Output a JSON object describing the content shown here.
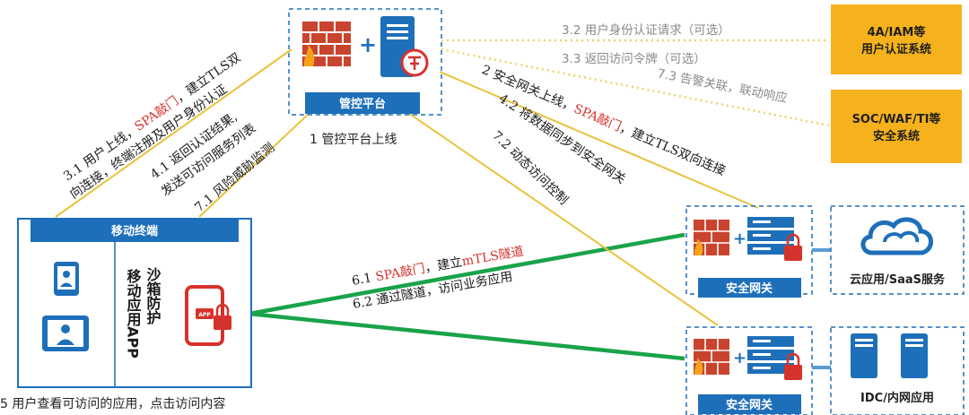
{
  "control": {
    "label": "管控平台",
    "caption": "1 管控平台上线"
  },
  "terminal": {
    "title": "移动终端",
    "sandbox_line1": "沙箱防护",
    "sandbox_line2": "移动应用APP",
    "app_badge": "APP"
  },
  "gateway1": {
    "label": "安全网关"
  },
  "gateway2": {
    "label": "安全网关"
  },
  "external1": {
    "line1": "4A/IAM等",
    "line2": "用户认证系统"
  },
  "external2": {
    "line1": "SOC/WAF/TI等",
    "line2": "安全系统"
  },
  "cloud": {
    "label": "云应用/SaaS服务"
  },
  "idc": {
    "label": "IDC/内网应用"
  },
  "steps": {
    "s31_a": "3.1 用户上线，",
    "s31_b": "SPA敲门",
    "s31_c": "，建立TLS双",
    "s31_d": "向连接，终端注册及用户身份认证",
    "s41_a": "4.1 返回认证结果,",
    "s41_b": "发送可访问服务列表",
    "s71": "7.1 风险威胁监测",
    "s32": "3.2 用户身份认证请求（可选）",
    "s33": "3.3 返回访问令牌（可选）",
    "s73": "7.3 告警关联，联动响应",
    "s2_a": "2 安全网关上线，",
    "s2_b": "SPA敲门",
    "s2_c": "，建立TLS双向连接",
    "s42": "4.2 将数据同步到安全网关",
    "s72": "7.2 动态访问控制",
    "s61_a": "6.1 ",
    "s61_b": "SPA敲门",
    "s61_c": "，建立",
    "s61_d": "mTLS隧道",
    "s62": "6.2 通过隧道，访问业务应用",
    "s5": "5 用户查看可访问的应用，点击访问内容"
  },
  "colors": {
    "blue": "#1e6fba",
    "dark_blue": "#1a4f8b",
    "green": "#1aa34a",
    "yellow_box": "#f6b21c",
    "gold_line": "#e8c23a",
    "dotted_line": "#ead468",
    "red": "#d6322c",
    "gray_text": "#8a8a8a"
  }
}
